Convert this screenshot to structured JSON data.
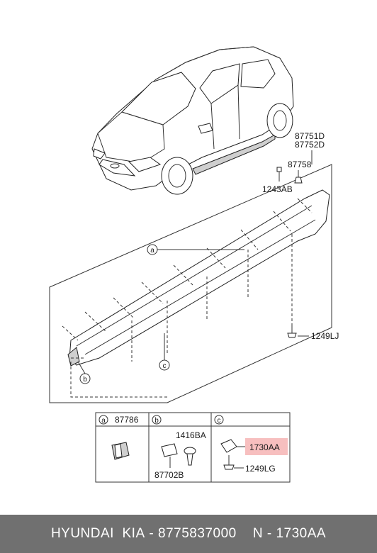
{
  "labels": {
    "upper_part_a": "87751D",
    "upper_part_b": "87752D",
    "clip_top": "87758",
    "bolt_top": "1243AB",
    "screw_bottom": "1249LJ",
    "callout_a": "a",
    "callout_b": "b",
    "callout_c": "c"
  },
  "table": {
    "cells": [
      {
        "letter": "a",
        "part": "87786"
      },
      {
        "letter": "b",
        "part_top": "1416BA",
        "part_bottom": "87702B"
      },
      {
        "letter": "c",
        "part_top": "1730AA",
        "part_bottom": "1249LG"
      }
    ],
    "highlight_color": "#f08a8a"
  },
  "footer": {
    "brand": "HYUNDAI  KIA",
    "separator1": " - ",
    "part_number": "8775837000",
    "separator2": "    N - ",
    "code": "1730AA"
  }
}
